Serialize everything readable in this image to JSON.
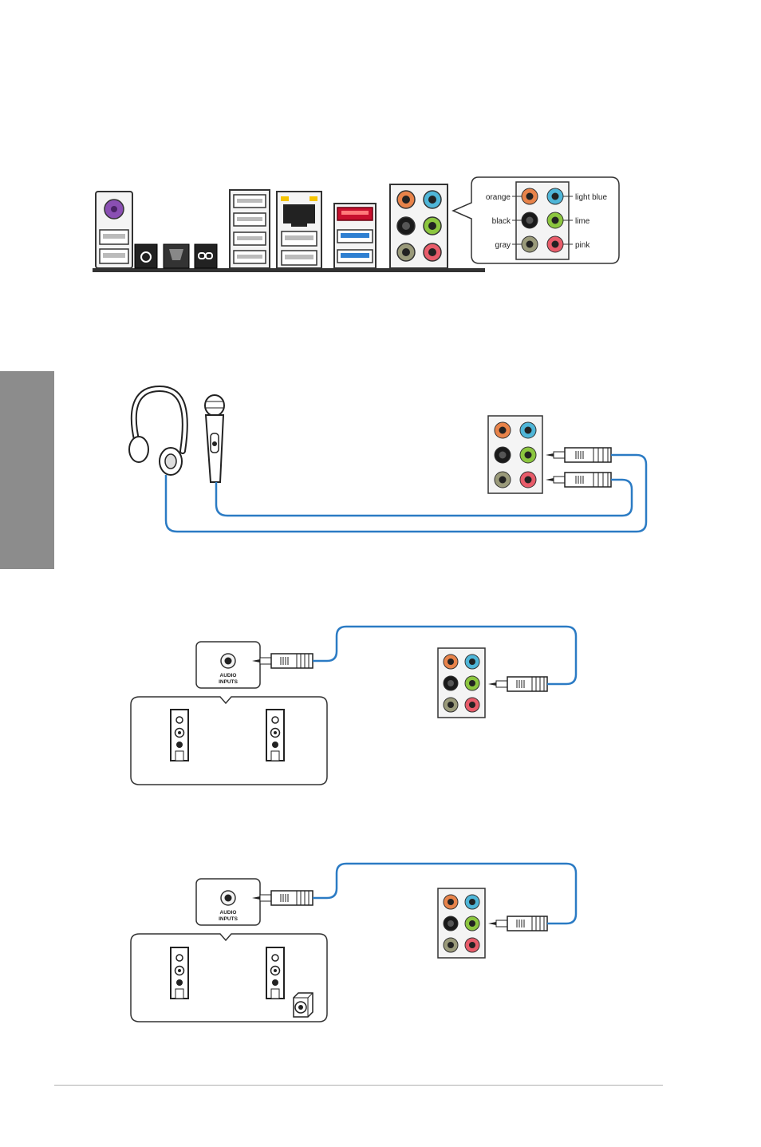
{
  "legend": {
    "orange": "orange",
    "black": "black",
    "gray": "gray",
    "light_blue": "light blue",
    "lime": "lime",
    "pink": "pink"
  },
  "speaker_panel": {
    "audio_line1": "AUDIO",
    "audio_line2": "INPUTS"
  },
  "colors": {
    "orange": "#e8834a",
    "light_blue": "#4fb6d8",
    "black": "#1a1a1a",
    "lime": "#8cc63f",
    "gray": "#9a9a7a",
    "pink": "#e85c6a",
    "cable": "#2b7bc4",
    "side_tab": "#8c8c8c",
    "usb3": "#2e7fd1",
    "usb_red": "#c8102e",
    "ps2": "#8a4fb3"
  }
}
